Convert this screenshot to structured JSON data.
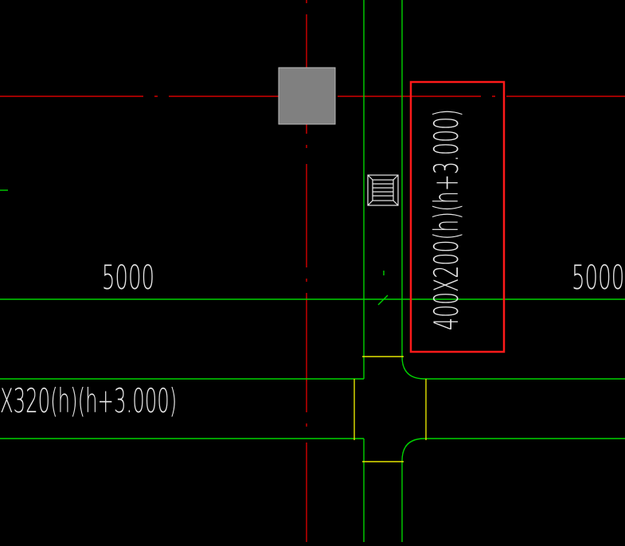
{
  "drawing": {
    "dimensions": {
      "left": "5000",
      "right": "5000"
    },
    "duct_labels": {
      "vertical": "400X200(h)(h+3.000)",
      "horizontal": "X320(h)(h+3.000)"
    },
    "colors": {
      "background": "#000000",
      "axis_line": "#d40000",
      "duct_outline": "#00d200",
      "duct_edge_marker": "#e6e600",
      "text": "#e8e8e8",
      "selection_highlight": "#ff1a1a",
      "column_fill": "#808080",
      "column_stroke": "#bcbcbc"
    },
    "symbols": [
      "structural-column",
      "air-diffuser-icon"
    ]
  }
}
